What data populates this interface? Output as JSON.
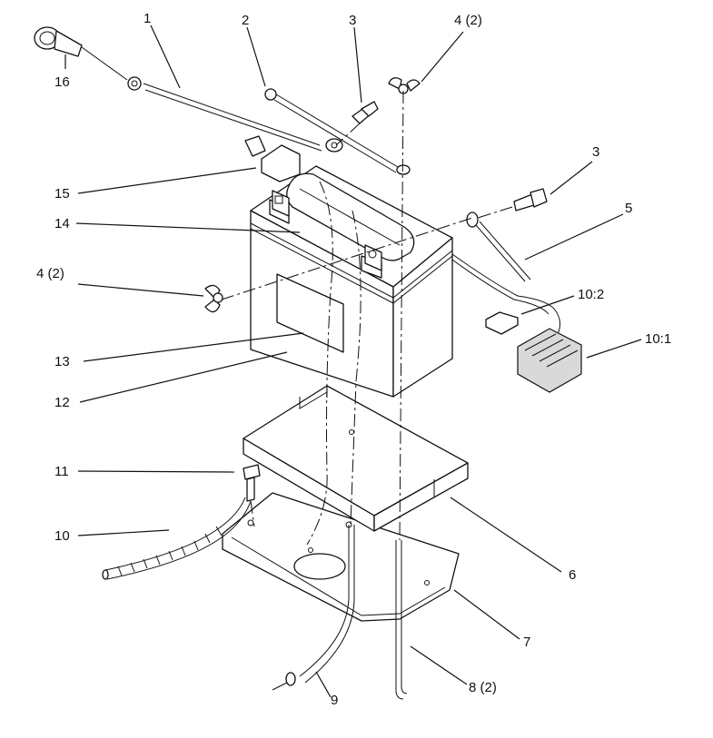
{
  "callouts": {
    "c1": "1",
    "c2": "2",
    "c3a": "3",
    "c3b": "3",
    "c4a": "4 (2)",
    "c4b": "4 (2)",
    "c5": "5",
    "c6": "6",
    "c7": "7",
    "c8": "8 (2)",
    "c9": "9",
    "c10": "10",
    "c10_1": "10:1",
    "c10_2": "10:2",
    "c11": "11",
    "c12": "12",
    "c13": "13",
    "c14": "14",
    "c15": "15",
    "c16": "16"
  },
  "colors": {
    "line": "#111111",
    "background": "#ffffff"
  }
}
